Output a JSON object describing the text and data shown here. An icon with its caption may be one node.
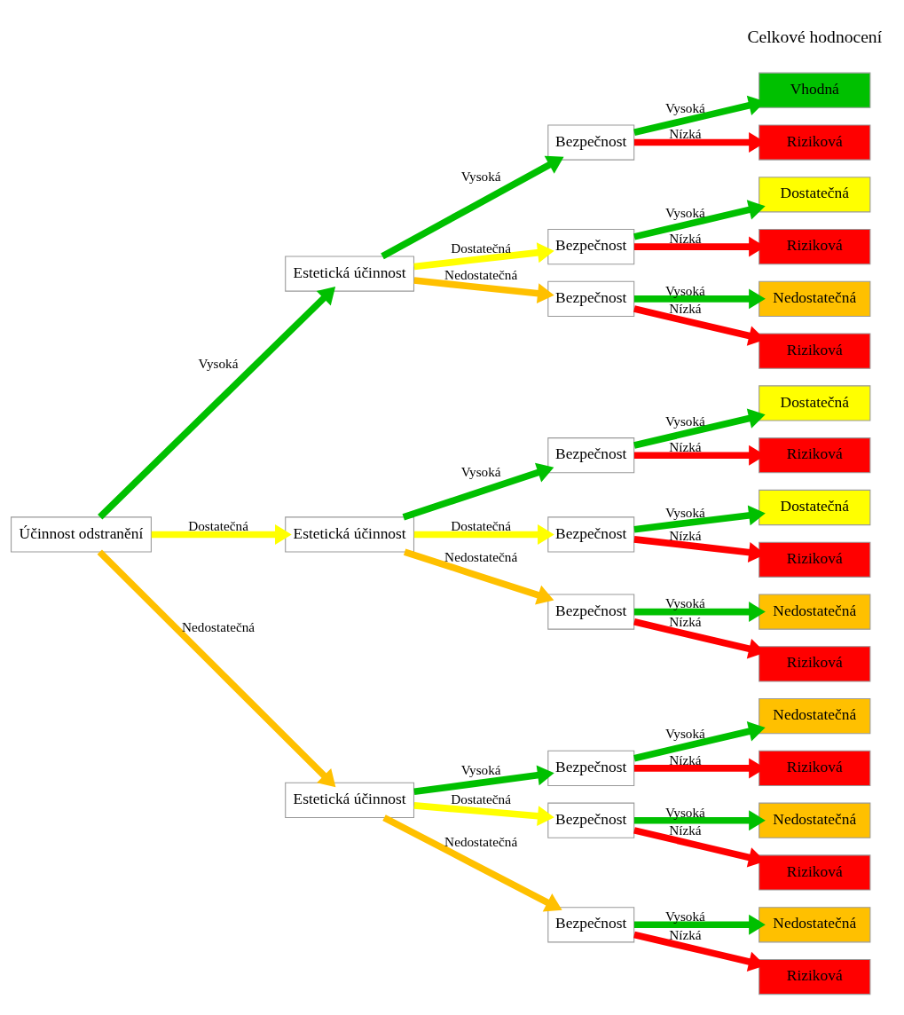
{
  "diagram": {
    "nodes": [
      {
        "text": [
          "Účinnost odstranění"
        ]
      },
      {
        "text": [
          "Estetická účinnost"
        ]
      },
      {
        "text": [
          "Estetická účinnost"
        ]
      },
      {
        "text": [
          "Estetická účinnost"
        ]
      },
      {
        "text": [
          "Bezpečnost"
        ]
      },
      {
        "text": [
          "Bezpečnost"
        ]
      },
      {
        "text": [
          "Bezpečnost"
        ]
      },
      {
        "text": [
          "Bezpečnost"
        ]
      },
      {
        "text": [
          "Bezpečnost"
        ]
      },
      {
        "text": [
          "Bezpečnost"
        ]
      },
      {
        "text": [
          "Bezpečnost"
        ]
      },
      {
        "text": [
          "Bezpečnost"
        ]
      },
      {
        "text": [
          "Bezpečnost"
        ]
      },
      {
        "text": [
          "Vhodná"
        ]
      },
      {
        "text": [
          "Riziková"
        ]
      },
      {
        "text": [
          "Dostatečná"
        ]
      },
      {
        "text": [
          "Riziková"
        ]
      },
      {
        "text": [
          "Nedostatečná"
        ]
      },
      {
        "text": [
          "Riziková"
        ]
      },
      {
        "text": [
          "Dostatečná"
        ]
      },
      {
        "text": [
          "Riziková"
        ]
      },
      {
        "text": [
          "Dostatečná"
        ]
      },
      {
        "text": [
          "Riziková"
        ]
      },
      {
        "text": [
          "Nedostatečná"
        ]
      },
      {
        "text": [
          "Riziková"
        ]
      },
      {
        "text": [
          "Nedostatečná"
        ]
      },
      {
        "text": [
          "Riziková"
        ]
      },
      {
        "text": [
          "Nedostatečná"
        ]
      },
      {
        "text": [
          "Riziková"
        ]
      },
      {
        "text": [
          "Nedostatečná"
        ]
      },
      {
        "text": [
          "Riziková"
        ]
      }
    ],
    "edges": [
      {
        "from": 0,
        "to": 1,
        "arrow": "to",
        "label": "Vysoká"
      },
      {
        "from": 0,
        "to": 2,
        "arrow": "to",
        "label": "Dostatečná",
        "color": "#ffff00"
      },
      {
        "from": 0,
        "to": 3,
        "arrow": "to",
        "label": "Nedostatečná",
        "color": "#ffc000"
      },
      {
        "from": 1,
        "to": 4,
        "arrow": "to",
        "label": "Vysoká"
      },
      {
        "from": 1,
        "to": 5,
        "arrow": "to",
        "label": "Dostatečná",
        "color": "#ffff00"
      },
      {
        "from": 1,
        "to": 6,
        "arrow": "to",
        "label": "Nedostatečná",
        "color": "#ffc000"
      },
      {
        "from": 2,
        "to": 7,
        "arrow": "to",
        "label": "Vysoká"
      },
      {
        "from": 2,
        "to": 8,
        "arrow": "to",
        "label": "Dostatečná",
        "color": "#ffff00"
      },
      {
        "from": 2,
        "to": 9,
        "arrow": "to",
        "label": "Nedostatečná",
        "color": "#ffc000"
      },
      {
        "from": 3,
        "to": 10,
        "arrow": "to",
        "label": "Vysoká"
      },
      {
        "from": 3,
        "to": 11,
        "arrow": "to",
        "label": "Dostatečná",
        "color": "#ffff00"
      },
      {
        "from": 3,
        "to": 12,
        "arrow": "to",
        "label": "Nedostatečná",
        "color": "#ffc000"
      },
      {
        "from": 4,
        "to": 13,
        "arrow": "to",
        "label": "Vysoká"
      },
      {
        "from": 4,
        "to": 14,
        "arrow": "to",
        "label": "Nízká",
        "color": "#ff0000"
      },
      {
        "from": 5,
        "to": 15,
        "arrow": "to",
        "label": "Vysoká"
      },
      {
        "from": 5,
        "to": 16,
        "arrow": "to",
        "label": "Nízká",
        "color": "#ff0000"
      },
      {
        "from": 6,
        "to": 17,
        "arrow": "to",
        "label": "Vysoká"
      },
      {
        "from": 6,
        "to": 18,
        "arrow": "to",
        "label": "Nízká",
        "color": "#ff0000"
      },
      {
        "from": 7,
        "to": 19,
        "arrow": "to",
        "label": "Vysoká"
      },
      {
        "from": 7,
        "to": 20,
        "arrow": "to",
        "label": "Nízká",
        "color": "#ff0000"
      },
      {
        "from": 8,
        "to": 21,
        "arrow": "to",
        "label": "Vysoká"
      },
      {
        "from": 8,
        "to": 22,
        "arrow": "to",
        "label": "Nízká",
        "color": "#ff0000"
      },
      {
        "from": 9,
        "to": 23,
        "arrow": "to",
        "label": "Vysoká"
      },
      {
        "from": 9,
        "to": 24,
        "arrow": "to",
        "label": "Nízká",
        "color": "#ff0000"
      },
      {
        "from": 10,
        "to": 25,
        "arrow": "to",
        "label": "Vysoká"
      },
      {
        "from": 10,
        "to": 26,
        "arrow": "to",
        "label": "Nízká",
        "color": "#ff0000"
      },
      {
        "from": 11,
        "to": 27,
        "arrow": "to",
        "label": "Vysoká"
      },
      {
        "from": 11,
        "to": 28,
        "arrow": "to",
        "label": "Nízká",
        "color": "#ff0000"
      },
      {
        "from": 12,
        "to": 29,
        "arrow": "to",
        "label": "Vysoká"
      },
      {
        "from": 12,
        "to": 30,
        "arrow": "to",
        "label": "Nízká",
        "color": "#ff0000"
      }
    ],
    "labels": [
      "Celkové hodnocení"
    ]
  }
}
